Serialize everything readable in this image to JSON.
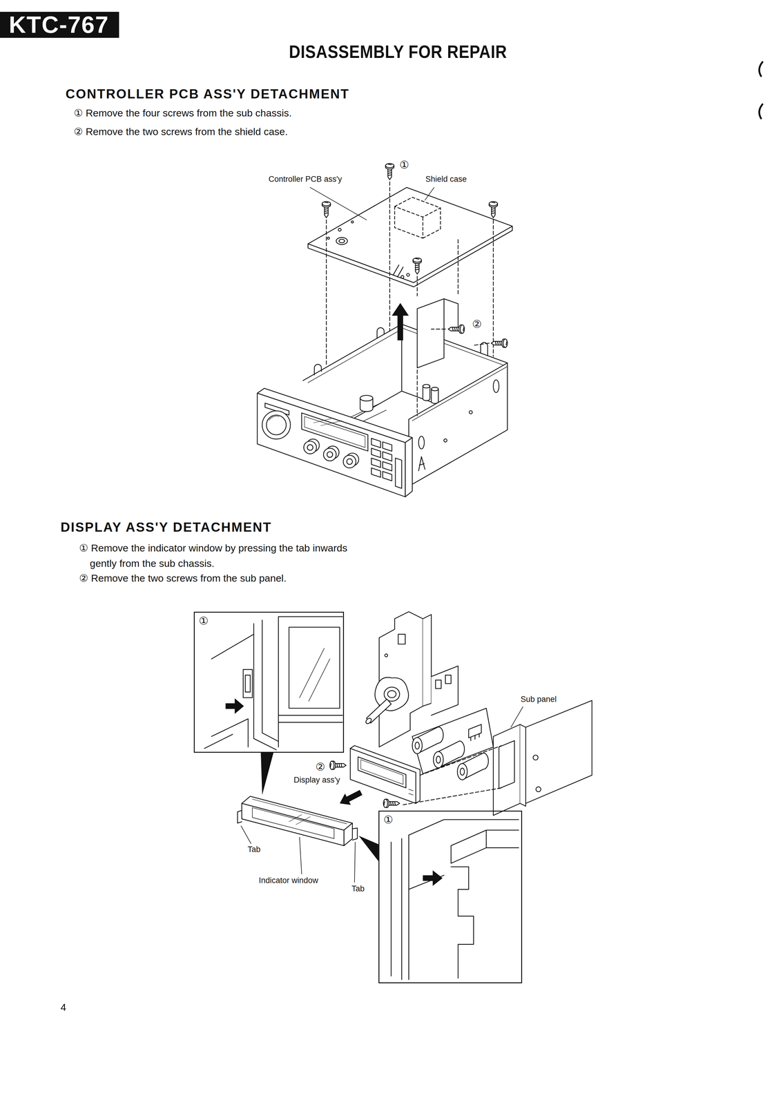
{
  "diagram": {
    "title": "DISASSEMBLY FOR REPAIR",
    "nodes": [
      {
        "text": [
          "KTC-767"
        ]
      },
      {
        "text": [
          "①"
        ]
      },
      {
        "text": [
          "①"
        ]
      }
    ],
    "labels": [
      "CONTROLLER PCB ASS'Y DETACHMENT",
      "① Remove the four screws from the sub chassis.",
      "② Remove the two screws from the shield case.",
      "①",
      "Controller PCB ass'y",
      "Shield case",
      "②",
      "DISPLAY ASS'Y DETACHMENT",
      "① Remove the indicator window by pressing the tab inwards gently from the sub chassis.",
      "② Remove the two screws from the sub panel.",
      "Sub panel",
      "②",
      "Display ass'y",
      "Tab",
      "Indicator window",
      "Tab",
      "4"
    ]
  }
}
